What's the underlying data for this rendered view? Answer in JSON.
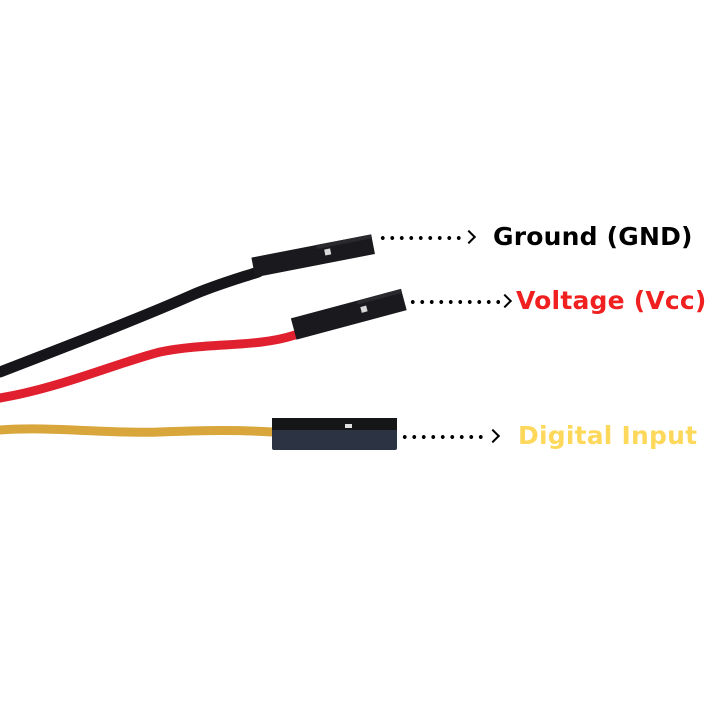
{
  "labels": {
    "ground": {
      "text": "Ground (GND)",
      "color": "#000000"
    },
    "voltage": {
      "text": "Voltage (Vcc)",
      "color": "#f02020"
    },
    "digital": {
      "text": "Digital Input",
      "color": "#fdd85a"
    }
  },
  "wires": {
    "ground": {
      "color": "#16161a"
    },
    "voltage": {
      "color": "#e0202e"
    },
    "digital": {
      "color": "#d8a63a"
    }
  },
  "connectors": {
    "color": "#1a1a1e"
  }
}
